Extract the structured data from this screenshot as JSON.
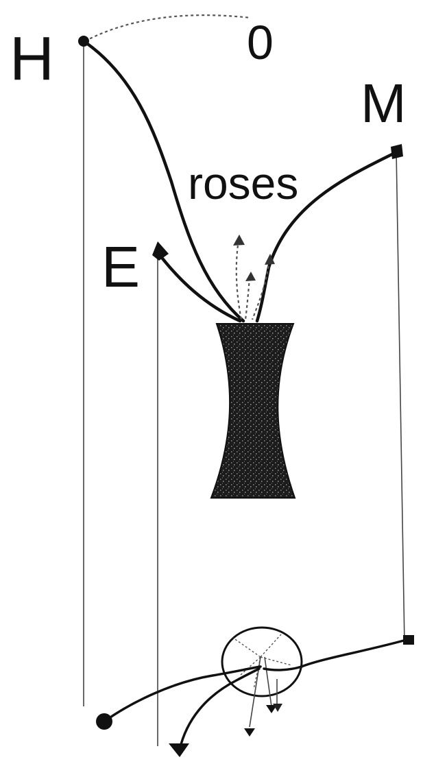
{
  "labels": {
    "h": "H",
    "zero": "0",
    "m": "M",
    "roses": "roses",
    "e": "E"
  },
  "colors": {
    "ink": "#111111",
    "vase": "#1a1a1a",
    "guide": "#444444",
    "background": "#ffffff"
  }
}
